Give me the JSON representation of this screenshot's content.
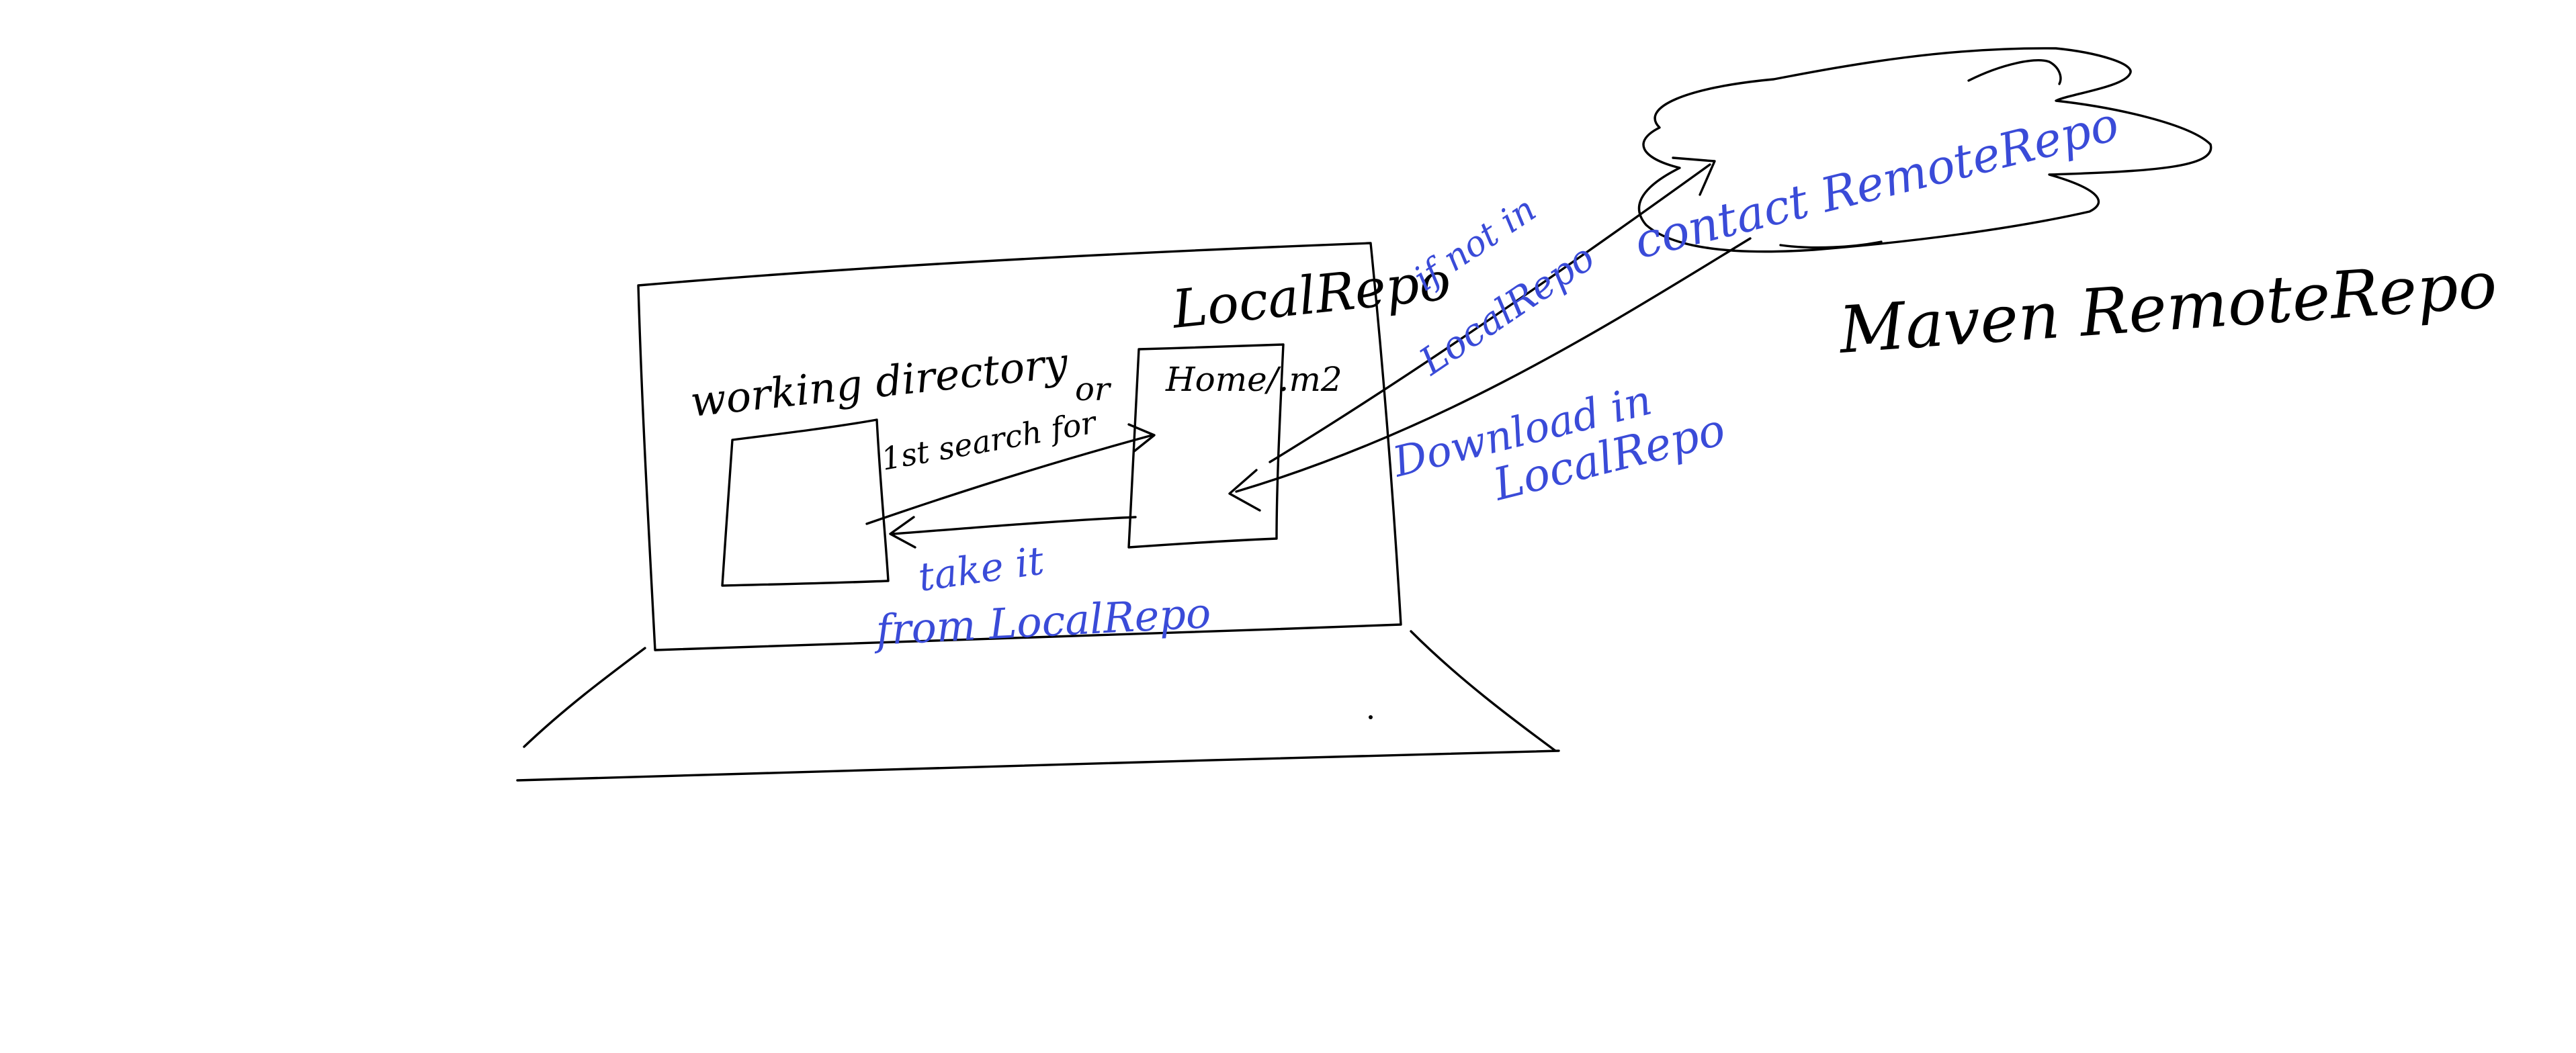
{
  "sketch": {
    "colors": {
      "ink": "#000000",
      "annotation_ink": "#3a4bd8",
      "background": "#ffffff"
    },
    "labels": {
      "working_directory": "working directory",
      "local_repo": "LocalRepo",
      "home_m2": "Home/.m2",
      "first_search": "1st search for",
      "take_from_local": "take it from LocalRepo",
      "take_line1": "take it",
      "take_line2": "from LocalRepo",
      "if_not_in": "if not in",
      "local_repo_note": "LocalRepo",
      "contact_remote": "contact RemoteRepo",
      "download_in": "Download in",
      "download_local": "LocalRepo",
      "maven_remote": "Maven RemoteRepo"
    }
  }
}
